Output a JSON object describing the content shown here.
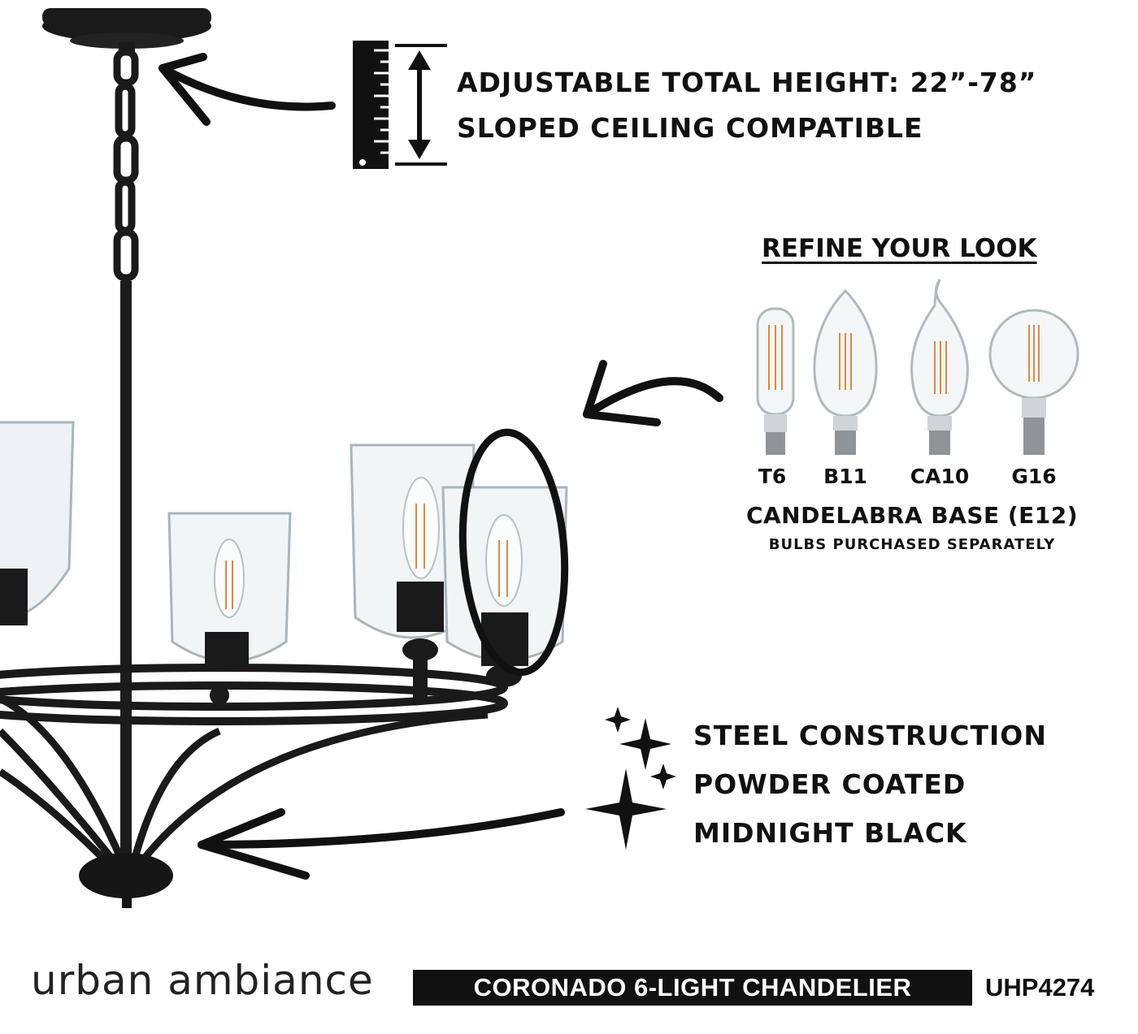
{
  "height_spec": {
    "line1": "ADJUSTABLE TOTAL HEIGHT: 22”-78”",
    "line2": "SLOPED CEILING COMPATIBLE"
  },
  "bulb_options": {
    "title": "REFINE YOUR LOOK",
    "bulbs": [
      {
        "label": "T6",
        "icon": "tube-bulb-icon"
      },
      {
        "label": "B11",
        "icon": "torpedo-bulb-icon"
      },
      {
        "label": "CA10",
        "icon": "flame-tip-bulb-icon"
      },
      {
        "label": "G16",
        "icon": "globe-bulb-icon"
      }
    ],
    "base": "CANDELABRA BASE (E12)",
    "note": "BULBS PURCHASED SEPARATELY"
  },
  "finish_features": [
    "STEEL CONSTRUCTION",
    "POWDER COATED",
    "MIDNIGHT BLACK"
  ],
  "footer": {
    "brand": "urban ambiance",
    "product_name": "CORONADO 6-LIGHT CHANDELIER",
    "sku": "UHP4274"
  },
  "colors": {
    "ink": "#111111",
    "metal": "#1b1b1b",
    "glass": "#b9c3c8",
    "filament": "#d98a4a"
  }
}
